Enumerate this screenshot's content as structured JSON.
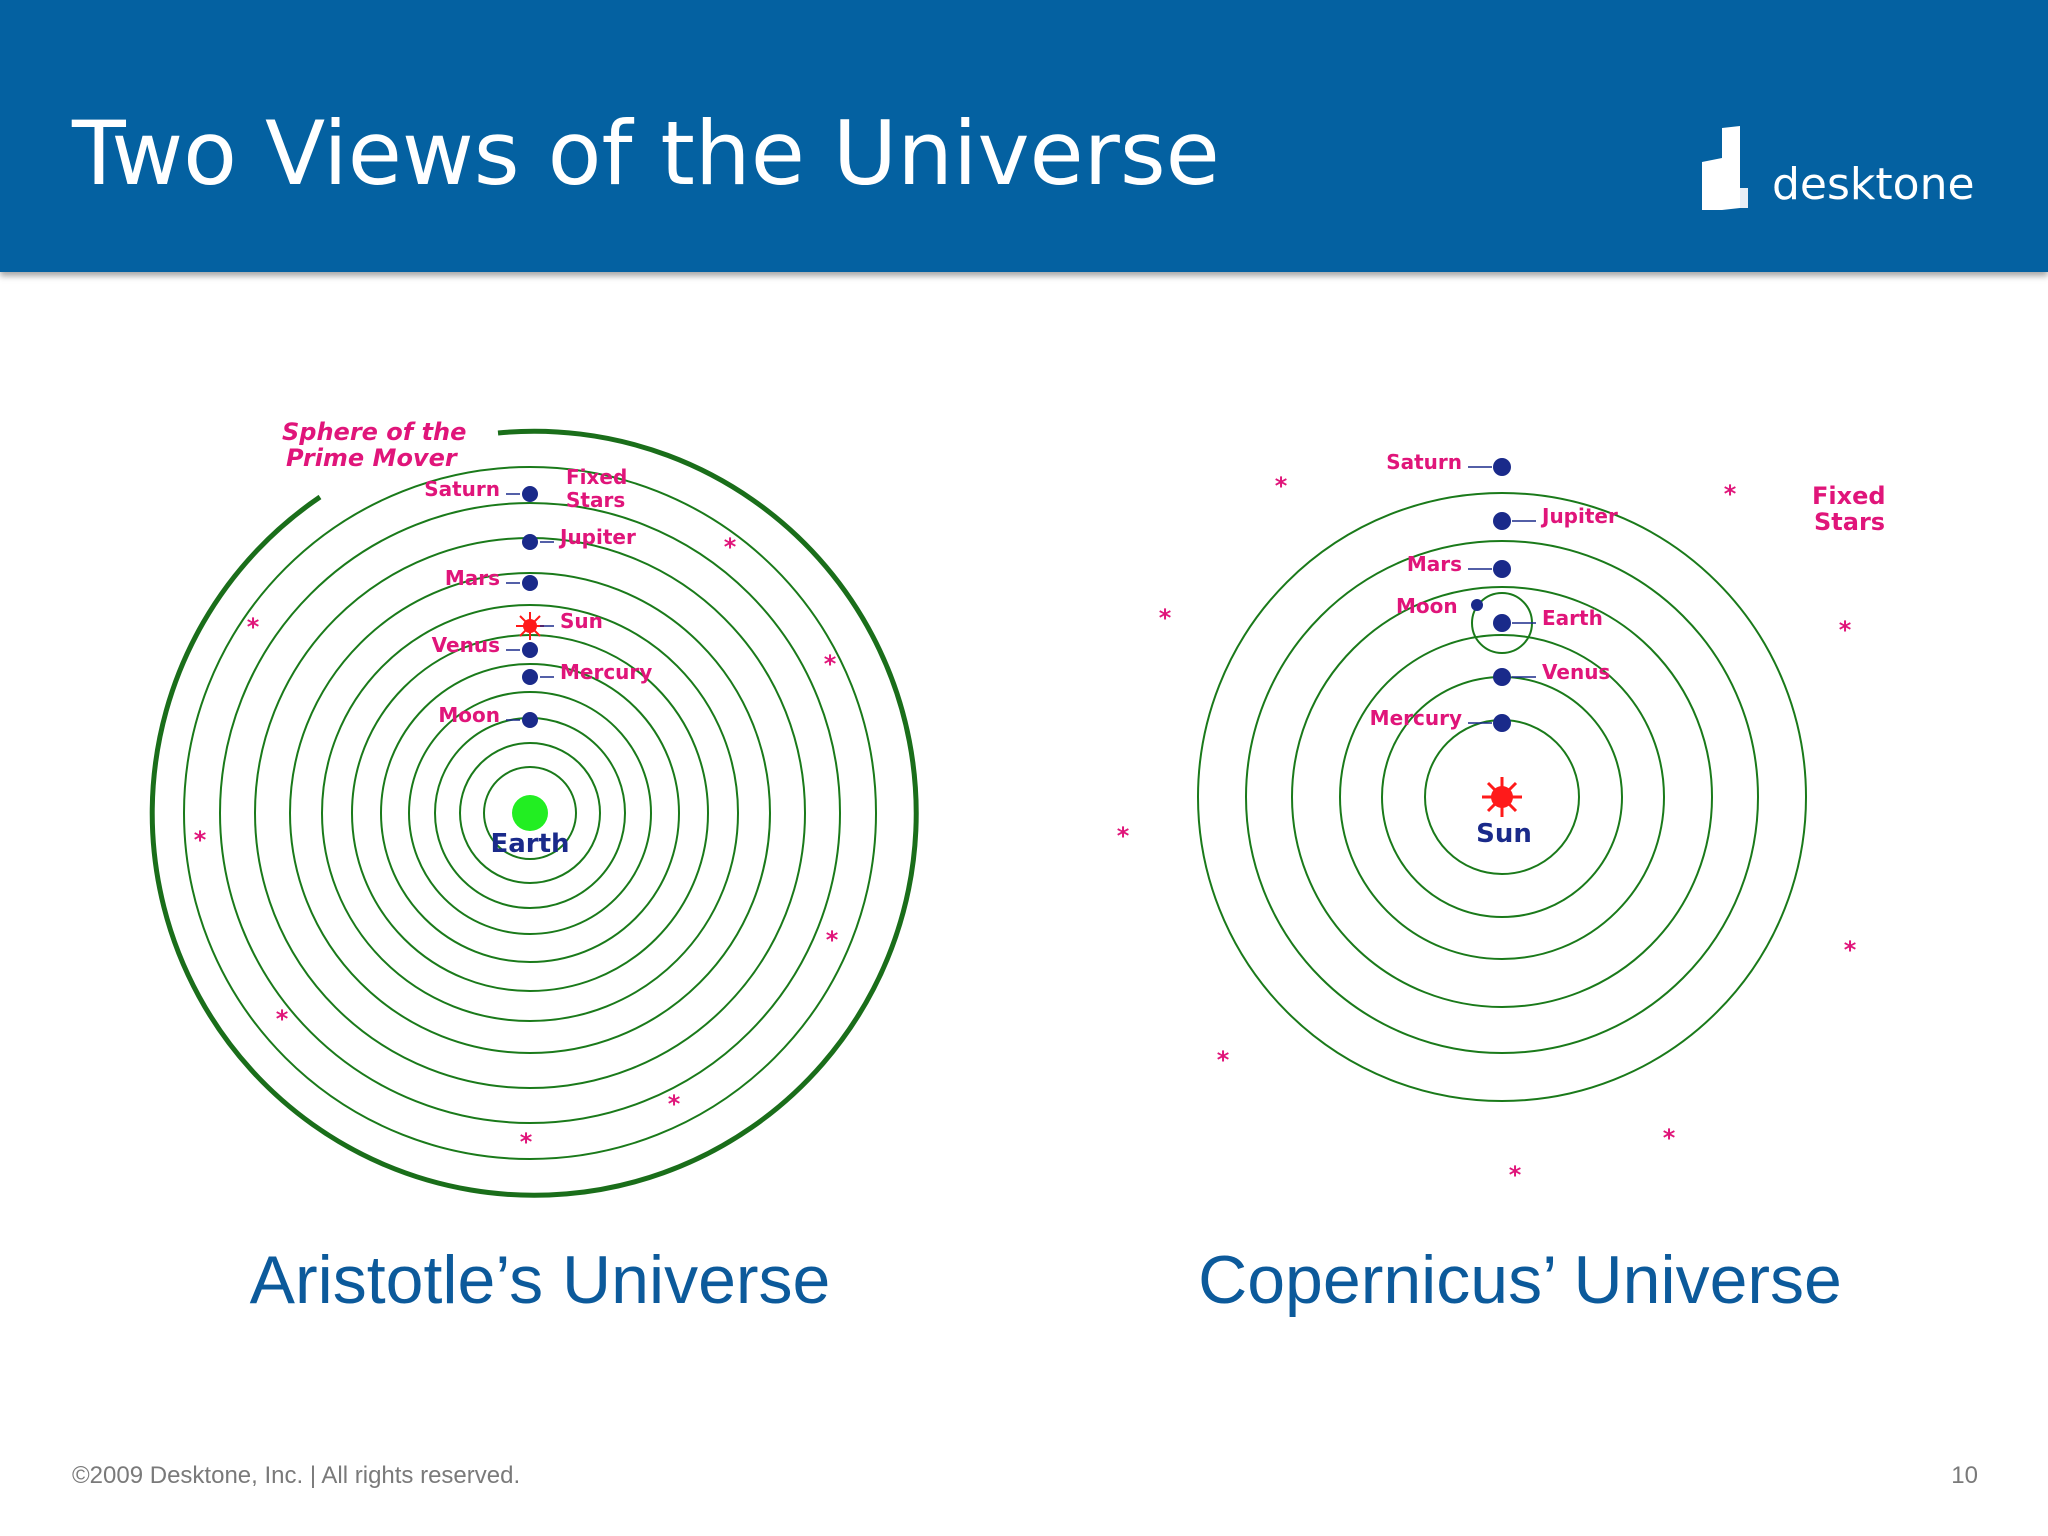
{
  "header": {
    "title": "Two Views of the Universe",
    "logo_text": "desktone"
  },
  "aristotle": {
    "caption": "Aristotle’s Universe",
    "prime_mover_line1": "Sphere of the",
    "prime_mover_line2": "Prime Mover",
    "fixed_stars_line1": "Fixed",
    "fixed_stars_line2": "Stars",
    "center_label": "Earth",
    "bodies": [
      {
        "name": "Saturn",
        "kind": "planet",
        "label_side": "left"
      },
      {
        "name": "Jupiter",
        "kind": "planet",
        "label_side": "right"
      },
      {
        "name": "Mars",
        "kind": "planet",
        "label_side": "left"
      },
      {
        "name": "Sun",
        "kind": "sun",
        "label_side": "right"
      },
      {
        "name": "Venus",
        "kind": "planet",
        "label_side": "left"
      },
      {
        "name": "Mercury",
        "kind": "planet",
        "label_side": "right"
      },
      {
        "name": "Moon",
        "kind": "planet",
        "label_side": "left"
      }
    ]
  },
  "copernicus": {
    "caption": "Copernicus’ Universe",
    "fixed_stars_line1": "Fixed",
    "fixed_stars_line2": "Stars",
    "center_label": "Sun",
    "moon_label": "Moon",
    "bodies": [
      {
        "name": "Saturn",
        "kind": "planet",
        "label_side": "left"
      },
      {
        "name": "Jupiter",
        "kind": "planet",
        "label_side": "right"
      },
      {
        "name": "Mars",
        "kind": "planet",
        "label_side": "left"
      },
      {
        "name": "Earth",
        "kind": "planet",
        "label_side": "right"
      },
      {
        "name": "Venus",
        "kind": "planet",
        "label_side": "right"
      },
      {
        "name": "Mercury",
        "kind": "planet",
        "label_side": "left"
      }
    ]
  },
  "footer": {
    "copyright": "©2009 Desktone, Inc. | All rights reserved.",
    "page_number": "10"
  },
  "colors": {
    "header_bg": "#0461a1",
    "orbit": "#1a7a1a",
    "label_pink": "#e0157a",
    "planet_blue": "#1a2a8a",
    "sun_red": "#ff1a1a",
    "earth_green": "#22ee22",
    "caption_blue": "#0c5a9b"
  }
}
